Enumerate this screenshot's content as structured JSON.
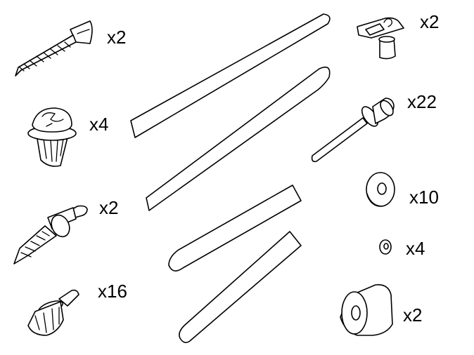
{
  "parts": {
    "wood_screw": {
      "qty": "x2",
      "icon": "wood-screw-icon"
    },
    "push_rivet": {
      "qty": "x4",
      "icon": "push-rivet-icon"
    },
    "plug_pin": {
      "qty": "x2",
      "icon": "expansion-plug-icon"
    },
    "clip_pin": {
      "qty": "x16",
      "icon": "trim-clip-icon"
    },
    "spring_clip": {
      "qty": "x2",
      "icon": "spring-clip-icon"
    },
    "blind_rivet": {
      "qty": "x22",
      "icon": "blind-rivet-icon"
    },
    "large_washer": {
      "qty": "x10",
      "icon": "washer-icon"
    },
    "small_washer": {
      "qty": "x4",
      "icon": "small-washer-icon"
    },
    "spacer": {
      "qty": "x2",
      "icon": "spacer-icon"
    },
    "strips": {
      "icon": "trim-strip-icon"
    }
  }
}
